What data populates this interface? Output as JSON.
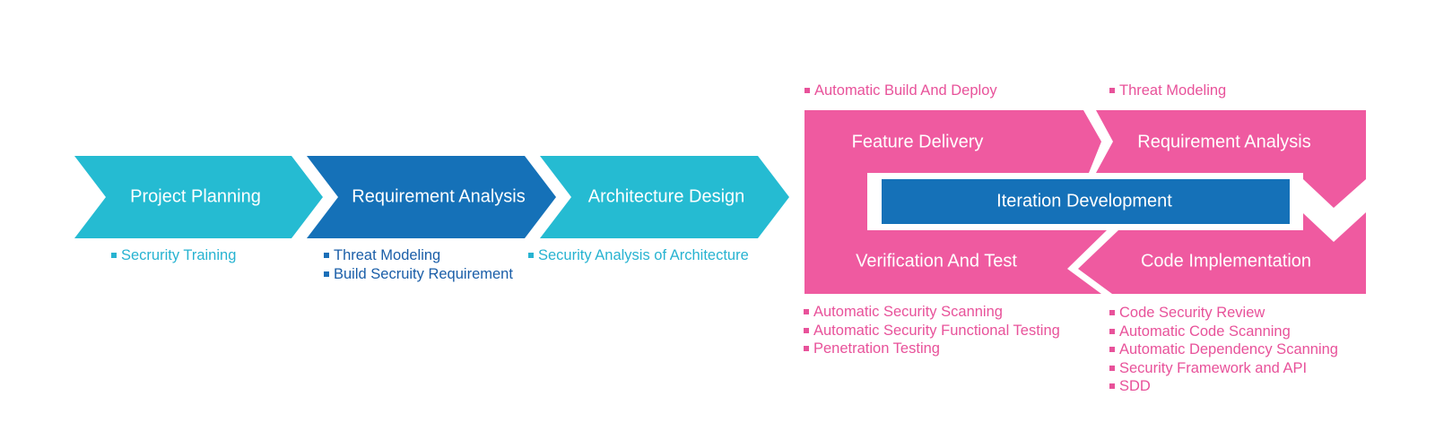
{
  "colors": {
    "teal": "#25bbd2",
    "blue": "#1571b8",
    "pink": "#ef5aa0",
    "white": "#ffffff"
  },
  "phases": [
    {
      "label": "Project Planning",
      "bullets": [
        "Secrurity Training"
      ]
    },
    {
      "label": "Requirement Analysis",
      "bullets": [
        "Threat Modeling",
        "Build Secruity Requirement"
      ]
    },
    {
      "label": "Architecture Design",
      "bullets": [
        "Security Analysis of Architecture"
      ]
    }
  ],
  "cycle": {
    "center": "Iteration Development",
    "feature_delivery": {
      "label": "Feature Delivery",
      "bullets": [
        "Automatic Build And Deploy"
      ]
    },
    "requirement_analysis": {
      "label": "Requirement Analysis",
      "bullets": [
        "Threat Modeling"
      ]
    },
    "verification": {
      "label": "Verification And Test",
      "bullets": [
        "Automatic Security Scanning",
        "Automatic Security Functional Testing",
        "Penetration Testing"
      ]
    },
    "code_impl": {
      "label": "Code Implementation",
      "bullets": [
        "Code Security Review",
        "Automatic Code Scanning",
        "Automatic Dependency Scanning",
        "Security Framework and API",
        "SDD"
      ]
    }
  }
}
